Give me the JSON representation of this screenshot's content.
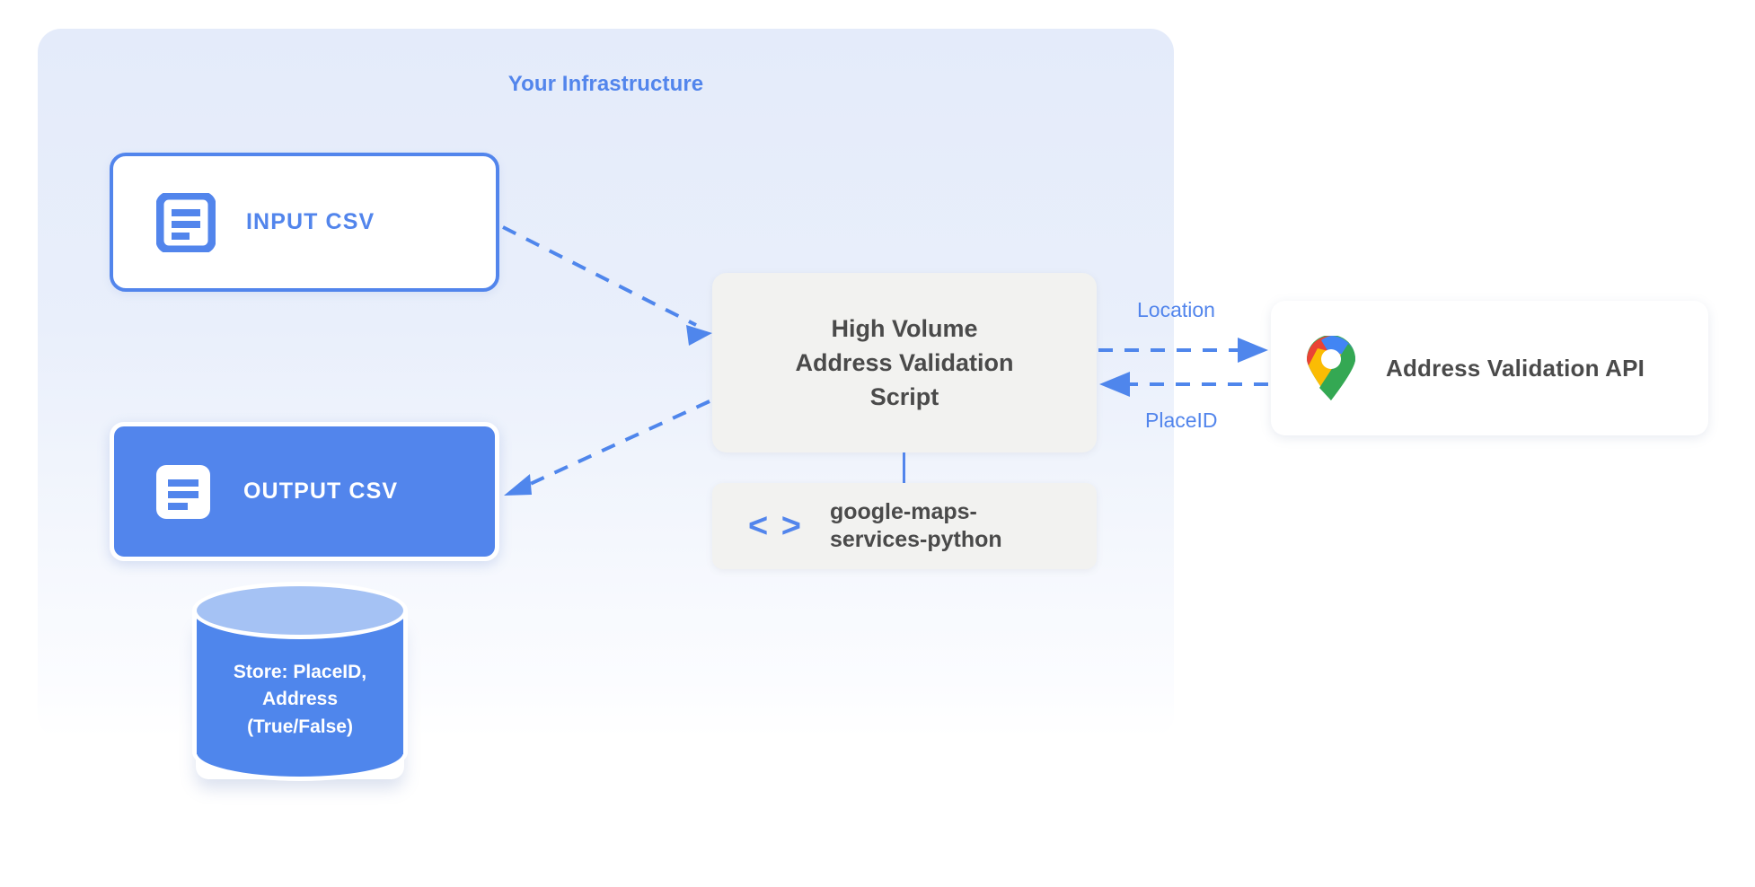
{
  "diagram": {
    "title": "Your Infrastructure",
    "accent_blue": "#5285ec",
    "panel_bg": "#e4ebfa",
    "node_gray": "#f2f2f0",
    "text_dark": "#4a4a4a"
  },
  "nodes": {
    "input_csv": {
      "label": "INPUT CSV",
      "icon": "document-icon"
    },
    "output_csv": {
      "label": "OUTPUT CSV",
      "icon": "document-icon"
    },
    "script": {
      "line1": "High Volume",
      "line2": "Address Validation",
      "line3": "Script"
    },
    "library": {
      "icon_glyph": "< >",
      "line1": "google-maps-",
      "line2": "services-python"
    },
    "api": {
      "label": "Address Validation API",
      "icon": "google-maps-pin-icon"
    },
    "database": {
      "line1": "Store: PlaceID,",
      "line2": "Address",
      "line3": "(True/False)"
    }
  },
  "edges": [
    {
      "id": "input-to-script",
      "label": "",
      "style": "dashed",
      "direction": "right-down"
    },
    {
      "id": "script-to-output",
      "label": "",
      "style": "dashed",
      "direction": "left-down"
    },
    {
      "id": "script-to-api",
      "label": "Location",
      "style": "dashed",
      "direction": "right"
    },
    {
      "id": "api-to-script",
      "label": "PlaceID",
      "style": "dashed",
      "direction": "left"
    },
    {
      "id": "script-to-library",
      "label": "",
      "style": "solid",
      "direction": "down"
    }
  ],
  "edge_labels": {
    "location": "Location",
    "placeid": "PlaceID"
  }
}
